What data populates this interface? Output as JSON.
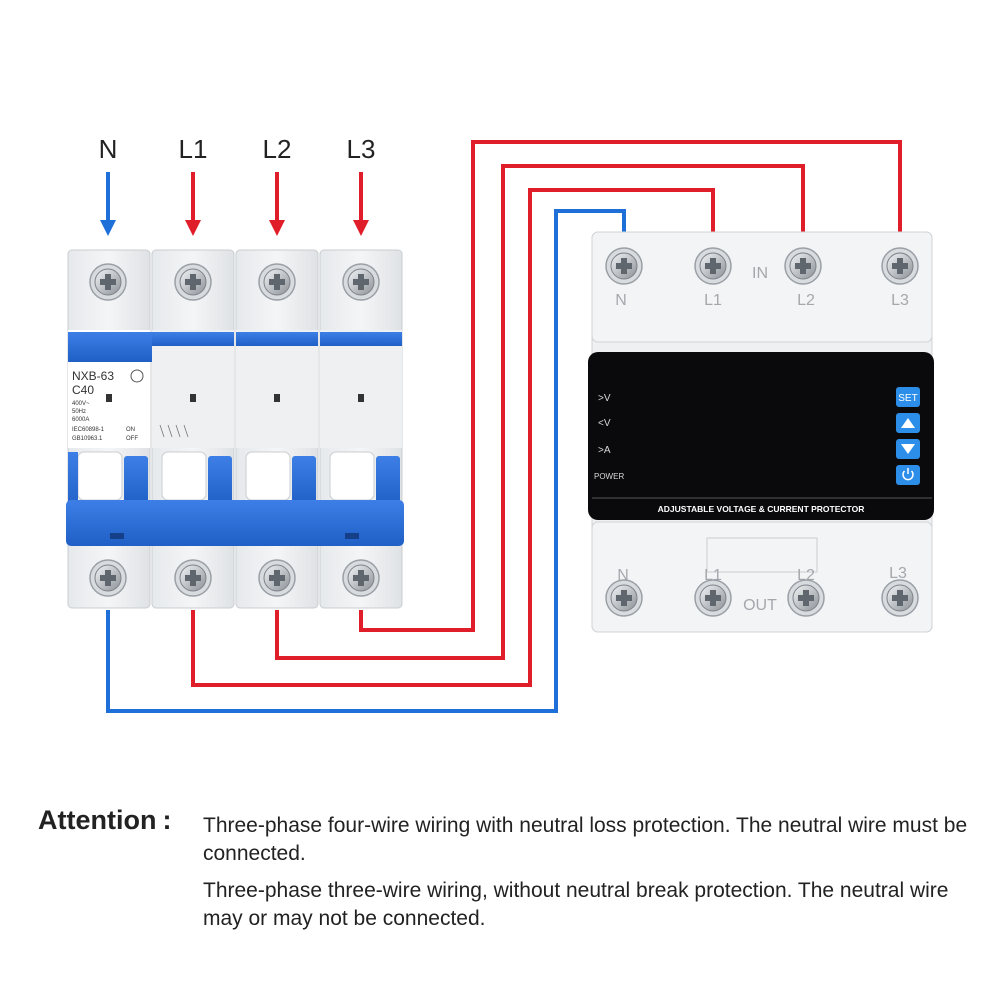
{
  "phase_labels": [
    "N",
    "L1",
    "L2",
    "L3"
  ],
  "breaker": {
    "model": "NXB-63",
    "rating": "C40",
    "voltage": "400V~",
    "frequency": "50Hz",
    "breaking_capacity": "6000A",
    "standard_1": "IEC60898-1",
    "standard_2": "GB10963.1",
    "on_label": "ON",
    "off_label": "OFF"
  },
  "protector": {
    "in_label": "IN",
    "out_label": "OUT",
    "top_terminals": [
      "N",
      "L1",
      "L2",
      "L3"
    ],
    "bottom_terminals": [
      "N",
      "L1",
      "L2",
      "L3"
    ],
    "indicators": [
      ">V",
      "<V",
      ">A",
      "POWER"
    ],
    "set_button": "SET",
    "panel_title": "ADJUSTABLE VOLTAGE & CURRENT PROTECTOR"
  },
  "wire_colors": {
    "neutral": "#1f6fd8",
    "phase": "#e01e2a"
  },
  "attention": {
    "label": "Attention",
    "colon": ":",
    "note1": "Three-phase four-wire wiring with neutral loss protection. The neutral wire must be connected.",
    "note2": "Three-phase three-wire wiring, without neutral break protection. The neutral wire may or may not be connected."
  }
}
